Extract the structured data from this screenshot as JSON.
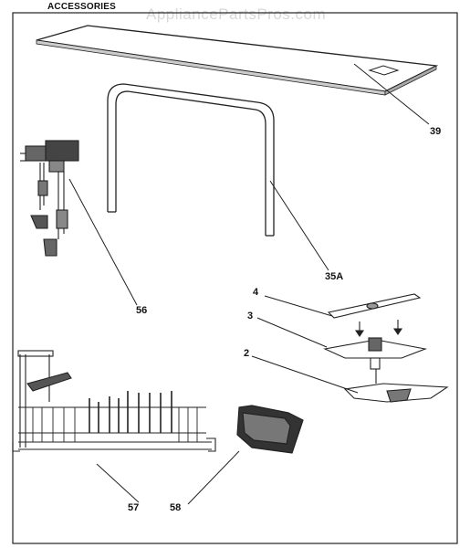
{
  "header": {
    "title": "ACCESSORIES",
    "watermark": "AppliancePartsPros.com"
  },
  "callouts": [
    {
      "id": "39",
      "label": "39"
    },
    {
      "id": "35A",
      "label": "35A"
    },
    {
      "id": "56",
      "label": "56"
    },
    {
      "id": "4",
      "label": "4"
    },
    {
      "id": "3",
      "label": "3"
    },
    {
      "id": "2",
      "label": "2"
    },
    {
      "id": "57",
      "label": "57"
    },
    {
      "id": "58",
      "label": "58"
    }
  ]
}
